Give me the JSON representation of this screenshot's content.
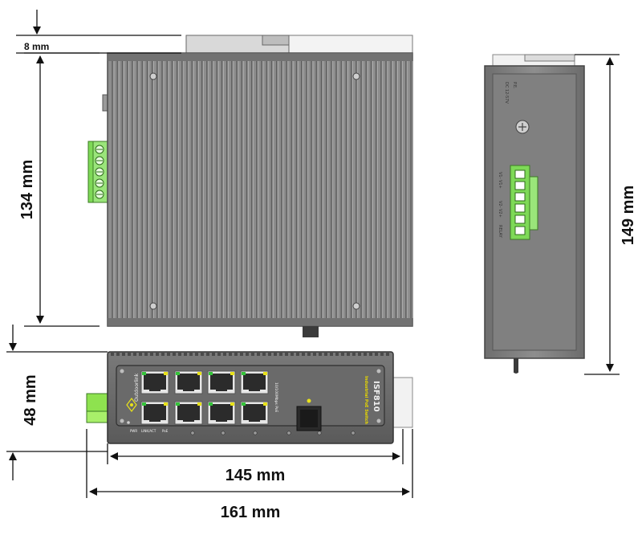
{
  "dimensions": {
    "din_offset": "8 mm",
    "body_height": "134 mm",
    "front_height": "48 mm",
    "body_depth": "145 mm",
    "total_depth": "161 mm",
    "side_height": "149 mm"
  },
  "device": {
    "model": "ISF810",
    "subtitle": "Industrial PoE Switch",
    "brand": "Outdoorlink",
    "side_labels": [
      "DC 12-57V",
      "P.E.",
      "V1- V1+",
      "V2- V2+",
      "RELAY"
    ],
    "front_labels": [
      "PWR",
      "LINK/ACT",
      "PoE"
    ],
    "port_label": "10/100Mbps PoE"
  },
  "colors": {
    "housing": "#8b8b8b",
    "housing_dark": "#5e5e5e",
    "terminal_green": "#7ed957",
    "port_led_green": "#35c43a",
    "port_led_yellow": "#e8e21a",
    "dimension_line": "#111111"
  }
}
